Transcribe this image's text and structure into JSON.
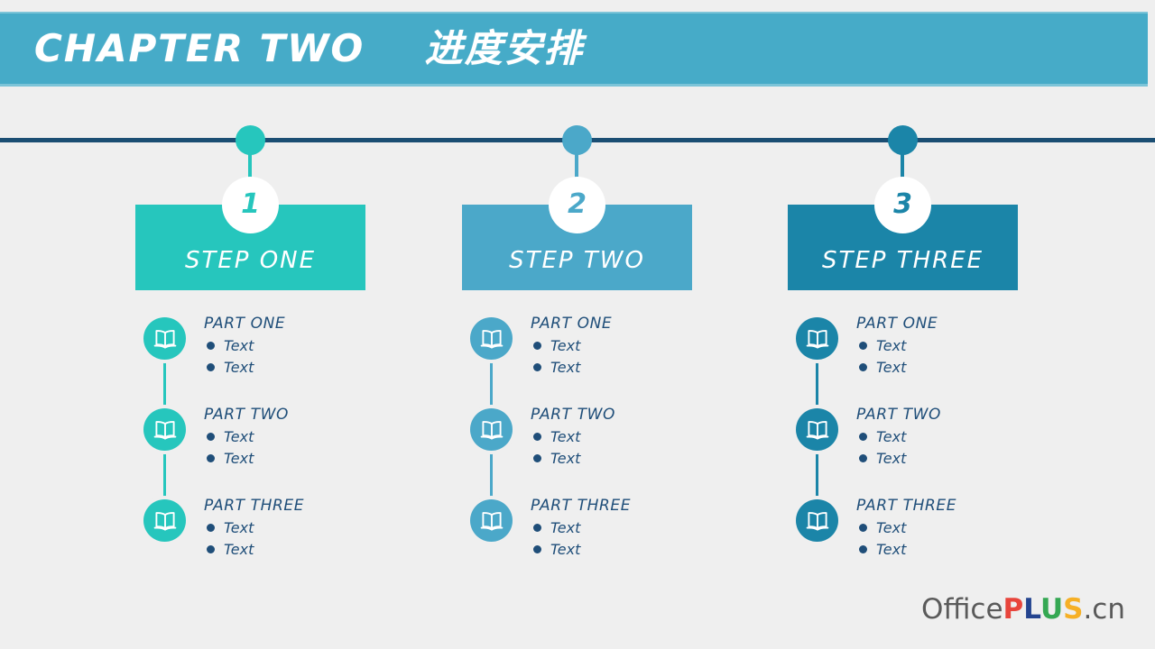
{
  "slide": {
    "background_color": "#efefef"
  },
  "header": {
    "title": "CHAPTER TWO    进度安排",
    "chapter_label": "CHAPTER TWO",
    "subtitle_cn": "进度安排",
    "background_color": "#46abc8",
    "border_color": "#7cc4d8",
    "text_color": "#ffffff"
  },
  "timeline": {
    "rail_color": "#1b4e73"
  },
  "columns": [
    {
      "number": "1",
      "step_label": "STEP ONE",
      "accent_color": "#26c6bd",
      "parts": [
        {
          "title": "PART ONE",
          "icon": "open-book-icon",
          "bullets": [
            "Text",
            "Text"
          ]
        },
        {
          "title": "PART TWO",
          "icon": "open-book-icon",
          "bullets": [
            "Text",
            "Text"
          ]
        },
        {
          "title": "PART THREE",
          "icon": "open-book-icon",
          "bullets": [
            "Text",
            "Text"
          ]
        }
      ]
    },
    {
      "number": "2",
      "step_label": "STEP TWO",
      "accent_color": "#4ba8c9",
      "parts": [
        {
          "title": "PART ONE",
          "icon": "open-book-icon",
          "bullets": [
            "Text",
            "Text"
          ]
        },
        {
          "title": "PART TWO",
          "icon": "open-book-icon",
          "bullets": [
            "Text",
            "Text"
          ]
        },
        {
          "title": "PART THREE",
          "icon": "open-book-icon",
          "bullets": [
            "Text",
            "Text"
          ]
        }
      ]
    },
    {
      "number": "3",
      "step_label": "STEP THREE",
      "accent_color": "#1b85a8",
      "parts": [
        {
          "title": "PART ONE",
          "icon": "open-book-icon",
          "bullets": [
            "Text",
            "Text"
          ]
        },
        {
          "title": "PART TWO",
          "icon": "open-book-icon",
          "bullets": [
            "Text",
            "Text"
          ]
        },
        {
          "title": "PART THREE",
          "icon": "open-book-icon",
          "bullets": [
            "Text",
            "Text"
          ]
        }
      ]
    }
  ],
  "bullet_color": "#1f4e79",
  "text_color": "#1f4e79",
  "logo": {
    "office": "Office",
    "p": "P",
    "l": "L",
    "u": "U",
    "s": "S",
    "cn": ".cn",
    "colors": {
      "office": "#5a5a5a",
      "p": "#e8453c",
      "l": "#24448f",
      "u": "#35a853",
      "s": "#f6b026",
      "cn": "#5a5a5a"
    }
  }
}
